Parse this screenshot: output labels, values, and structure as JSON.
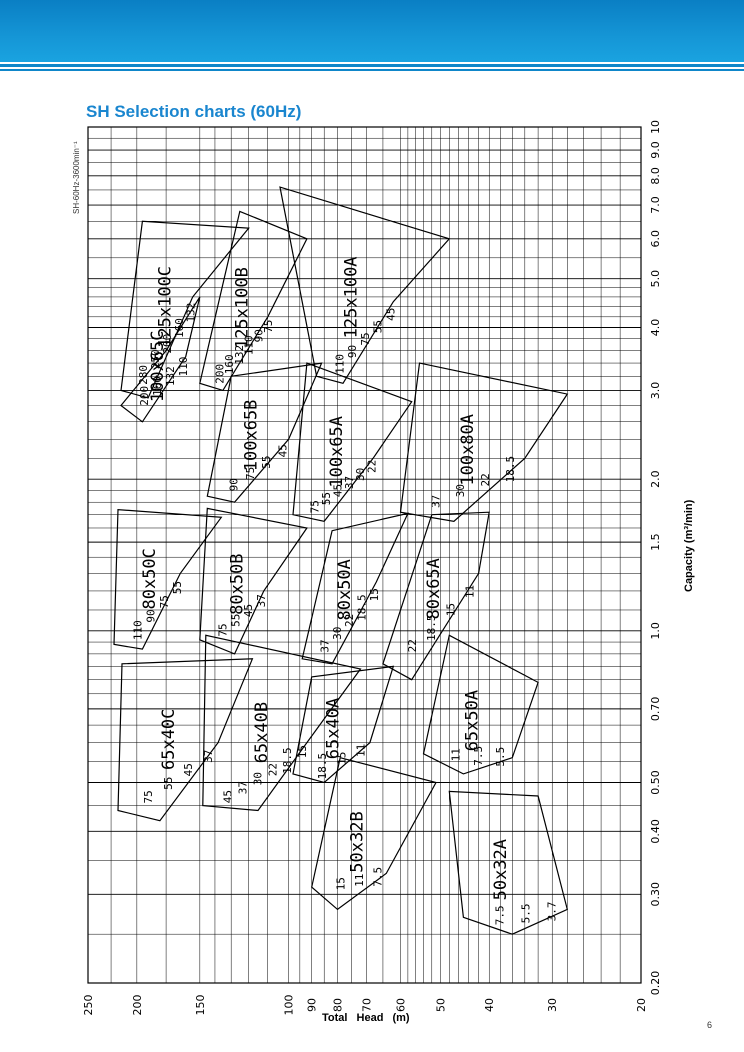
{
  "header": {
    "title": "SH Selection charts (60Hz)",
    "side_id": "SH-60Hz-3600min⁻¹",
    "page_number": "6"
  },
  "colors": {
    "brand": "#1a86cf",
    "band": "#0f86c9"
  },
  "chart_data": {
    "type": "line",
    "title": "SH Selection charts (60Hz)",
    "xlabel": "Capacity (m³/min)",
    "ylabel": "Total Head (m)",
    "x_scale": "log",
    "y_scale": "log",
    "xlim": [
      0.2,
      10
    ],
    "ylim": [
      20,
      250
    ],
    "grid": true,
    "x_ticks": [
      "0.20",
      "0.30",
      "0.40",
      "0.50",
      "0.70",
      "1.0",
      "1.5",
      "2.0",
      "3.0",
      "4.0",
      "5.0",
      "6.0",
      "7.0",
      "8.0",
      "9.0",
      "10"
    ],
    "y_ticks": [
      "250",
      "200",
      "150",
      "100",
      "90",
      "80",
      "70",
      "60",
      "50",
      "40",
      "30",
      "20"
    ],
    "models": [
      {
        "name": "50x32A",
        "motors_kW": [
          "3.7",
          "5.5",
          "7.5"
        ]
      },
      {
        "name": "50x32B",
        "motors_kW": [
          "7.5",
          "11",
          "15"
        ]
      },
      {
        "name": "65x50A",
        "motors_kW": [
          "5.5",
          "7.5",
          "11"
        ]
      },
      {
        "name": "65x40A",
        "motors_kW": [
          "11",
          "15",
          "18.5"
        ]
      },
      {
        "name": "65x40B",
        "motors_kW": [
          "15",
          "18.5",
          "22",
          "30",
          "37",
          "45"
        ]
      },
      {
        "name": "65x40C",
        "motors_kW": [
          "37",
          "45",
          "55",
          "75"
        ]
      },
      {
        "name": "80x65A",
        "motors_kW": [
          "11",
          "15",
          "18.5",
          "22"
        ]
      },
      {
        "name": "80x50A",
        "motors_kW": [
          "15",
          "18.5",
          "22",
          "30",
          "37"
        ]
      },
      {
        "name": "80x50B",
        "motors_kW": [
          "37",
          "45",
          "55",
          "75"
        ]
      },
      {
        "name": "80x50C",
        "motors_kW": [
          "55",
          "75",
          "90",
          "110"
        ]
      },
      {
        "name": "100x80A",
        "motors_kW": [
          "18.5",
          "22",
          "30",
          "37"
        ]
      },
      {
        "name": "100x65A",
        "motors_kW": [
          "22",
          "30",
          "37",
          "45",
          "55",
          "75"
        ]
      },
      {
        "name": "100x65B",
        "motors_kW": [
          "45",
          "55",
          "75",
          "90"
        ]
      },
      {
        "name": "100x65C",
        "motors_kW": [
          "110",
          "132",
          "160",
          "200"
        ]
      },
      {
        "name": "125x100A",
        "motors_kW": [
          "45",
          "55",
          "75",
          "90",
          "110"
        ]
      },
      {
        "name": "125x100B",
        "motors_kW": [
          "75",
          "90",
          "110",
          "132",
          "160",
          "200"
        ]
      },
      {
        "name": "125x100C",
        "motors_kW": [
          "132",
          "160",
          "200",
          "250",
          "280"
        ]
      }
    ]
  }
}
